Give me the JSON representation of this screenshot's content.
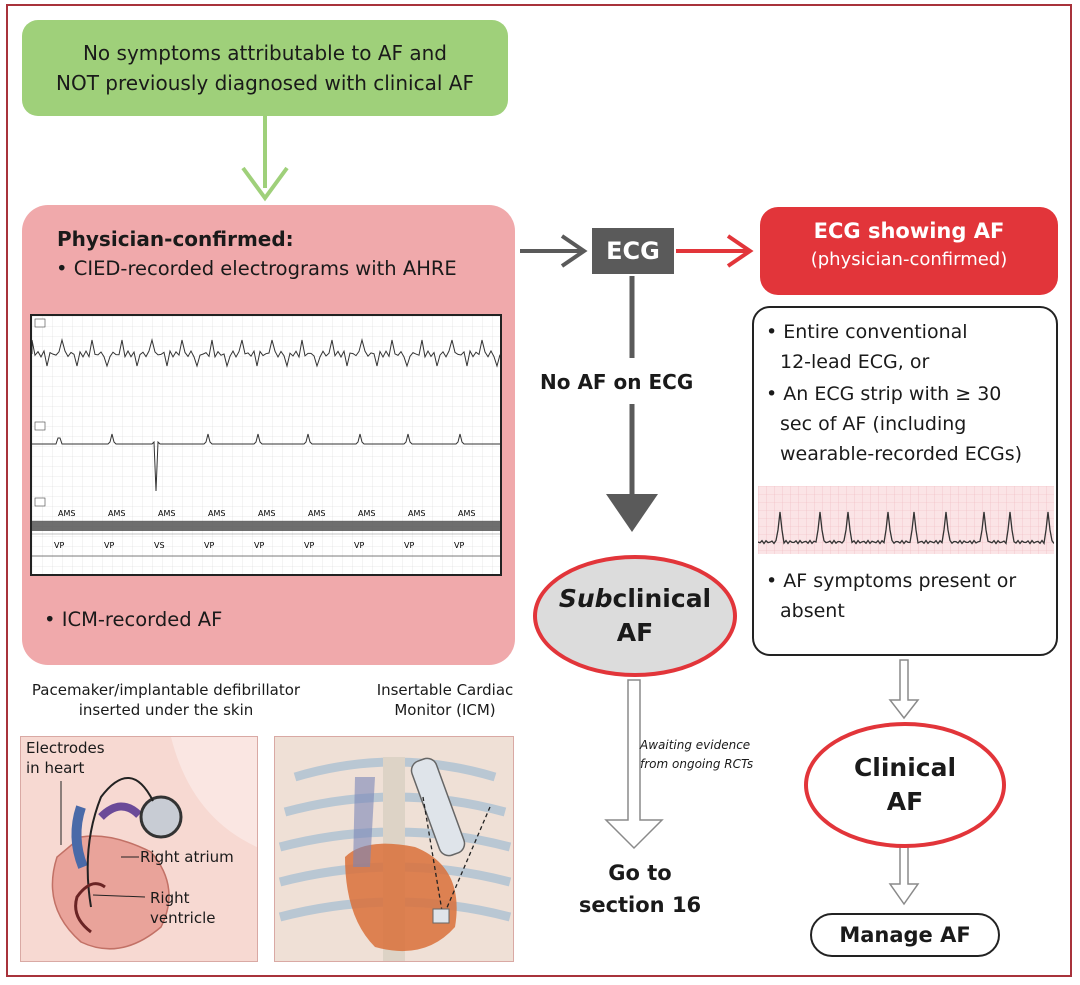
{
  "top_box": {
    "line1": "No symptoms attributable to AF and",
    "line2": "NOT previously diagnosed with clinical AF"
  },
  "physician_box": {
    "title": "Physician-confirmed:",
    "bullet1": "• CIED-recorded electrograms with AHRE",
    "bullet2": "• ICM-recorded AF",
    "egm_markers": [
      "AMS",
      "AMS",
      "AMS",
      "AMS",
      "AMS",
      "AMS",
      "AMS",
      "AMS",
      "AMS"
    ],
    "egm_events": [
      "VP",
      "VP",
      "VS",
      "VP",
      "VP",
      "VP",
      "VP",
      "VP",
      "VP"
    ]
  },
  "ecg_node": {
    "label": "ECG"
  },
  "ecg_af_box": {
    "title": "ECG showing AF",
    "subtitle": "(physician-confirmed)"
  },
  "criteria": {
    "b1_l1": "• Entire conventional",
    "b1_l2": "12-lead ECG, or",
    "b2_l1": "• An ECG strip with ≥ 30",
    "b2_l2": "sec of AF (including",
    "b2_l3": "wearable-recorded ECGs)",
    "b3_l1": "• AF symptoms present or",
    "b3_l2": "absent"
  },
  "no_af_label": "No AF on ECG",
  "subclinical": {
    "prefix": "Sub",
    "rest": "clinical",
    "line2": "AF"
  },
  "awaiting": {
    "line1": "Awaiting evidence",
    "line2": "from ongoing RCTs"
  },
  "goto": {
    "line1": "Go to",
    "line2": "section 16"
  },
  "clinical": {
    "line1": "Clinical",
    "line2": "AF"
  },
  "manage_label": "Manage AF",
  "device_panel": {
    "caption_l1": "Pacemaker/implantable defibrillator",
    "caption_l2": "inserted under the skin",
    "electrodes_l1": "Electrodes",
    "electrodes_l2": "in heart",
    "right_atrium": "Right atrium",
    "right_ventricle_l1": "Right",
    "right_ventricle_l2": "ventricle"
  },
  "icm_panel": {
    "caption_l1": "Insertable Cardiac",
    "caption_l2": "Monitor (ICM)"
  },
  "colors": {
    "frame": "#a8323b",
    "green": "#9fd07a",
    "pink": "#f0a9ab",
    "red": "#e2353a",
    "grey": "#5a5a5a"
  }
}
